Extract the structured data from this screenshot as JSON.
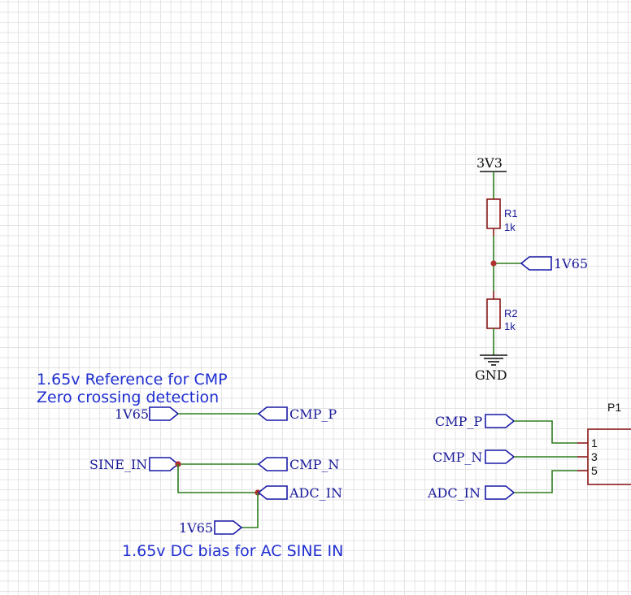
{
  "power": {
    "supply": "3V3",
    "ground": "GND"
  },
  "resistors": [
    {
      "ref": "R1",
      "value": "1k"
    },
    {
      "ref": "R2",
      "value": "1k"
    }
  ],
  "divider_output_label": "1V65",
  "notes": {
    "reference_line1": "1.65v Reference for CMP",
    "reference_line2": "Zero crossing detection",
    "bias": "1.65v DC bias for AC SINE IN"
  },
  "nets": {
    "ref_in": "1V65",
    "cmp_p": "CMP_P",
    "sine_in": "SINE_IN",
    "cmp_n": "CMP_N",
    "adc_in": "ADC_IN",
    "bias_in": "1V65"
  },
  "connector": {
    "ref": "P1",
    "inputs": [
      "CMP_P",
      "CMP_N",
      "ADC_IN"
    ],
    "pins": [
      "1",
      "3",
      "5"
    ]
  }
}
